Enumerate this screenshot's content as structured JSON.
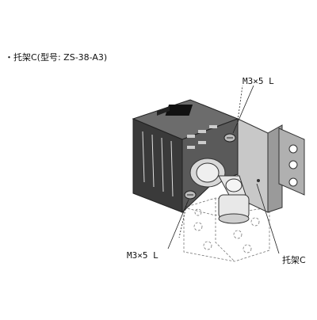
{
  "heading": "・托架C(型号: ZS-38-A3)",
  "callouts": {
    "screw_top": "M3×5 L",
    "screw_bottom": "M3×5 L",
    "bracket": "托架C"
  }
}
